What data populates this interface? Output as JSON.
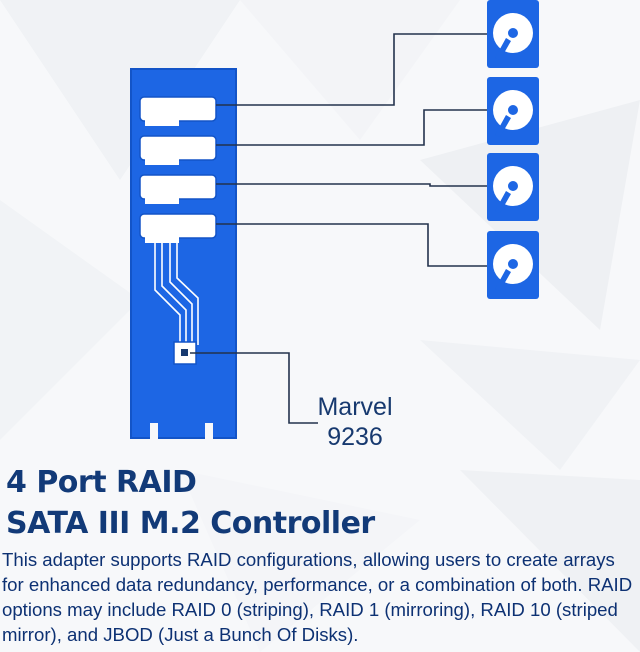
{
  "colors": {
    "brand_blue": "#1d66e4",
    "board_outline": "#1354c7",
    "dark_navy": "#123a78",
    "line": "#23324d",
    "white": "#ffffff"
  },
  "icons": {
    "drive": "hard-disk-drive-icon",
    "chip": "controller-chip-icon"
  },
  "diagram": {
    "chip_label_line1": "Marvel",
    "chip_label_line2": "9236",
    "drive_count": 4,
    "port_count": 4
  },
  "title": {
    "line1": "4 Port RAID",
    "line2": "SATA III M.2 Controller"
  },
  "description": "This adapter supports RAID configurations, allowing users to create arrays for enhanced data redundancy, performance, or a combination of both. RAID options may include RAID 0 (striping), RAID 1 (mirroring), RAID 10 (striped mirror), and JBOD (Just a Bunch Of Disks)."
}
